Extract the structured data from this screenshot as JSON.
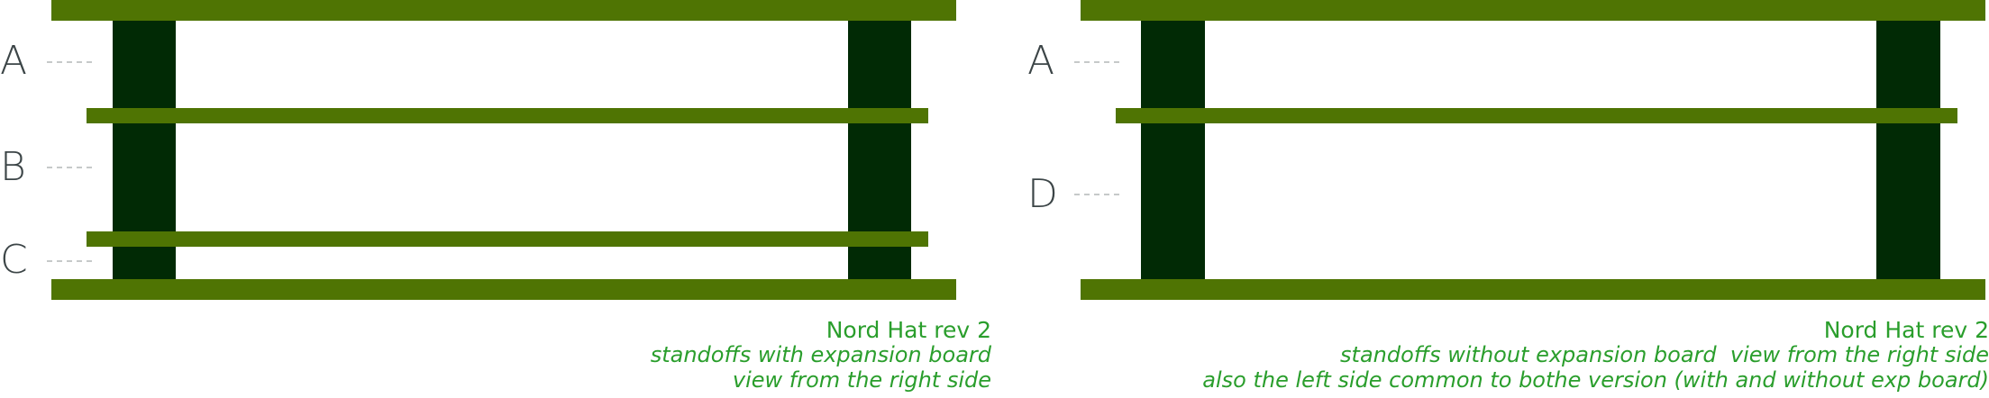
{
  "left_panel": {
    "labels": [
      "A",
      "B",
      "C"
    ],
    "caption": {
      "title": "Nord Hat rev 2",
      "line1": "standoffs with expansion board",
      "line2": "view from the right side"
    }
  },
  "right_panel": {
    "labels": [
      "A",
      "D"
    ],
    "caption": {
      "title": "Nord Hat rev 2",
      "line1": "standoffs without expansion board  view from the right side",
      "line2": "also the left side common to bothe version (with and without exp board)"
    }
  },
  "colors": {
    "board": "#4f7403",
    "standoff": "#012a05",
    "label": "#3c4547",
    "leader": "#c6c9c9",
    "caption": "#2a9e2c"
  }
}
